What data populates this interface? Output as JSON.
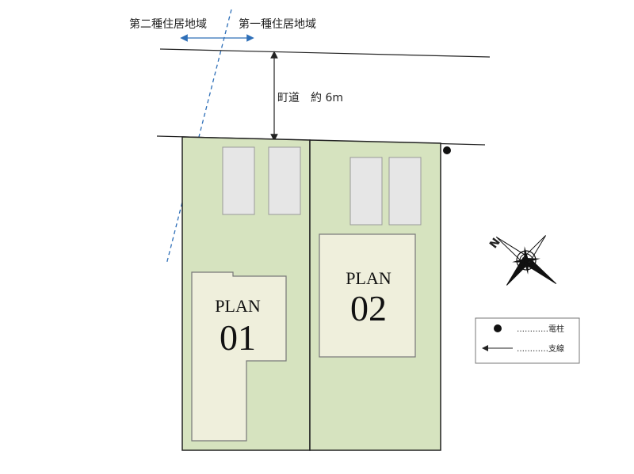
{
  "zones": {
    "left_label": "第二種住居地域",
    "right_label": "第一種住居地域"
  },
  "road": {
    "label": "町道　約 6m"
  },
  "plots": [
    {
      "plan_word": "PLAN",
      "plan_number": "01"
    },
    {
      "plan_word": "PLAN",
      "plan_number": "02"
    }
  ],
  "compass": {
    "north_letter": "N"
  },
  "legend": {
    "items": [
      {
        "symbol": "dot-icon",
        "text": "…………電柱"
      },
      {
        "symbol": "arrow-left-icon",
        "text": "…………支線"
      }
    ]
  },
  "colors": {
    "lot_fill": "#d6e3bf",
    "house_fill": "#efefdc",
    "parking_fill": "#e6e6e6",
    "zone_line": "#2e6fb8",
    "outline": "#222222"
  }
}
